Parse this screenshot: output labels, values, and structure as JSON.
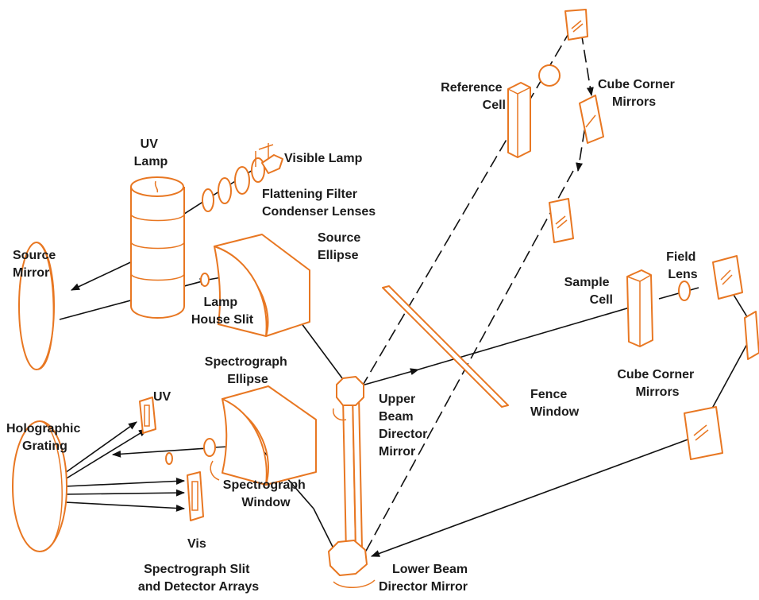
{
  "colors": {
    "component": "#e87722",
    "beam": "#111111",
    "text": "#1b1b1b"
  },
  "labels": {
    "uv_lamp": [
      "UV",
      "Lamp"
    ],
    "visible_lamp": [
      "Visible Lamp"
    ],
    "flattening_filter": [
      "Flattening Filter",
      "Condenser Lenses"
    ],
    "source_mirror": [
      "Source",
      "Mirror"
    ],
    "source_ellipse": [
      "Source",
      "Ellipse"
    ],
    "lamp_house_slit": [
      "Lamp",
      "House Slit"
    ],
    "reference_cell": [
      "Reference",
      "Cell"
    ],
    "cube_corner_top": [
      "Cube Corner",
      "Mirrors"
    ],
    "sample_cell": [
      "Sample",
      "Cell"
    ],
    "field_lens": [
      "Field",
      "Lens"
    ],
    "spectrograph_ellipse": [
      "Spectrograph",
      "Ellipse"
    ],
    "uv": [
      "UV"
    ],
    "holographic_grating": [
      "Holographic",
      "Grating"
    ],
    "spectrograph_window": [
      "Spectrograph",
      "Window"
    ],
    "vis": [
      "Vis"
    ],
    "spectrograph_slit": [
      "Spectrograph Slit",
      "and Detector Arrays"
    ],
    "upper_beam_director": [
      "Upper",
      "Beam",
      "Director",
      "Mirror"
    ],
    "fence_window": [
      "Fence",
      "Window"
    ],
    "cube_corner_right": [
      "Cube Corner",
      "Mirrors"
    ],
    "lower_beam_director": [
      "Lower Beam",
      "Director Mirror"
    ]
  }
}
